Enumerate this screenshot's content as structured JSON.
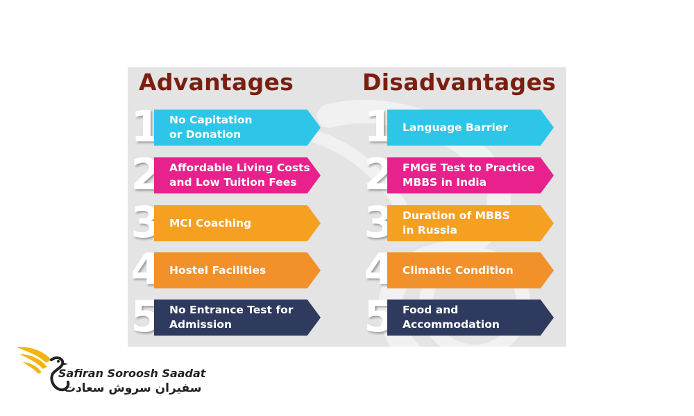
{
  "advantages": {
    "title": "Advantages",
    "items": [
      {
        "num": "1",
        "line1": "No Capitation",
        "line2": "or Donation",
        "color": "#2ec6e8"
      },
      {
        "num": "2",
        "line1": "Affordable Living Costs",
        "line2": "and Low Tuition Fees",
        "color": "#e8218c"
      },
      {
        "num": "3",
        "line1": "MCI Coaching",
        "line2": "",
        "color": "#f5a020"
      },
      {
        "num": "4",
        "line1": "Hostel Facilities",
        "line2": "",
        "color": "#f2902a"
      },
      {
        "num": "5",
        "line1": "No Entrance Test for",
        "line2": "Admission",
        "color": "#2e3b5e"
      }
    ]
  },
  "disadvantages": {
    "title": "Disadvantages",
    "items": [
      {
        "num": "1",
        "line1": "Language Barrier",
        "line2": "",
        "color": "#2ec6e8"
      },
      {
        "num": "2",
        "line1": "FMGE Test to Practice",
        "line2": "MBBS in India",
        "color": "#e8218c"
      },
      {
        "num": "3",
        "line1": "Duration of MBBS",
        "line2": "in Russia",
        "color": "#f5a020"
      },
      {
        "num": "4",
        "line1": "Climatic Condition",
        "line2": "",
        "color": "#f2902a"
      },
      {
        "num": "5",
        "line1": "Food and",
        "line2": "Accommodation",
        "color": "#2e3b5e"
      }
    ]
  },
  "brand": {
    "name": "Safiran Soroosh Saadat",
    "name_fa": "سفیران سروش سعادت"
  }
}
